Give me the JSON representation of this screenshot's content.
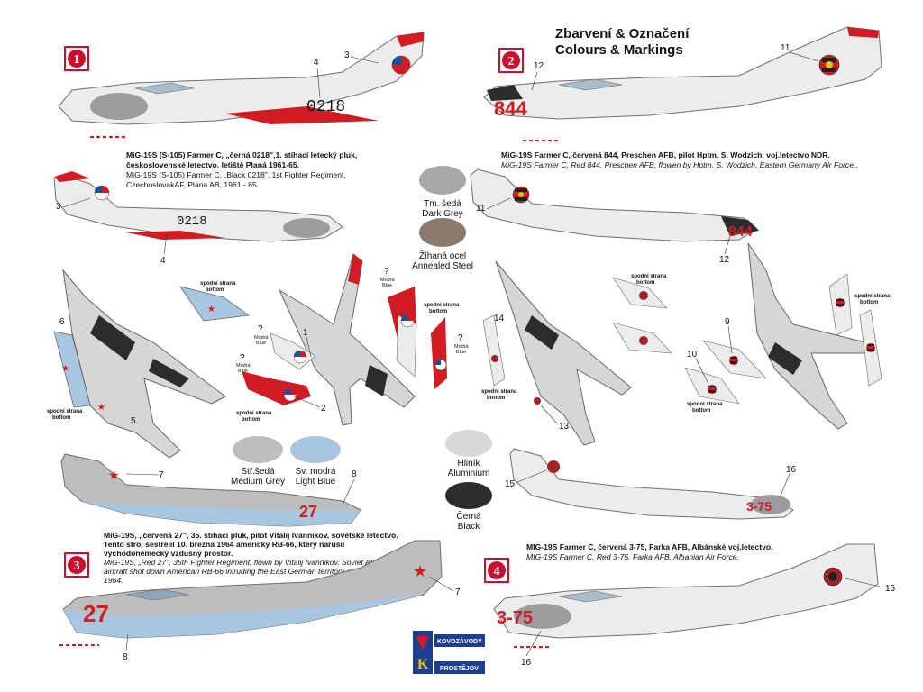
{
  "header": {
    "title_cz": "Zbarvení & Označení",
    "title_en": "Colours & Markings"
  },
  "profile_badges": [
    "1",
    "2",
    "3",
    "4"
  ],
  "aircraft": [
    {
      "id": "1",
      "serial": "0218",
      "caption_lines": [
        "MiG-19S  (S-105)  Farmer C,  „černá  0218\",1.  stíhací  letecký  pluk,",
        "československé letectvo, letiště Planá 1961-65.",
        "MiG-19S  (S-105)  Farmer  C,  „Black  0218\",  1st  Fighter  Regiment,",
        "CzechoslovakAF, Plana AB, 1961 - 65."
      ]
    },
    {
      "id": "2",
      "serial": "844",
      "caption_lines": [
        "MiG-19S Farmer C, červená 844, Preschen AFB, pilot  Hptm. S. Wodzich, voj.letectvo NDR.",
        "MiG-19S Farmer C, Red 844, Preschen AFB, flowen by Hptm. S. Wodzich, Eastern Germany Air Force.."
      ]
    },
    {
      "id": "3",
      "serial": "27",
      "caption_lines": [
        "MiG-19S, „červená 27\", 35. stíhací pluk, pilot Vitalij Ivannikov, sovětské letectvo.",
        "Tento stroj sestřelil 10. března 1964 americký RB-66, který narušil",
        "východoněmecký vzdušný prostor.",
        "MiG-19S, „Red 27\", 35th Fighter Regiment, flown by Vitalij Ivannikov, Soviet AF",
        "aircraft shot down American RB-66 intruding the East German territory on 10",
        "1964."
      ]
    },
    {
      "id": "4",
      "serial": "3-75",
      "caption_lines": [
        "MIG-19S Farmer C, červená 3-75, Farka  AFB, Albánské voj.letectvo.",
        "MIG-19S Farmer C, Red 3-75, Farka  AFB, Albanian Air Force."
      ]
    }
  ],
  "swatches": [
    {
      "cz": "Tm. šedá",
      "en": "Dark Grey",
      "color": "#a6a8aa"
    },
    {
      "cz": "Žíhaná ocel",
      "en": "Annealed Steel",
      "color": "#8c7a6e"
    },
    {
      "cz": "Stř.šedá",
      "en": "Medium Grey",
      "color": "#bcbdbf"
    },
    {
      "cz": "Sv. modrá",
      "en": "Light Blue",
      "color": "#a9c6e0"
    },
    {
      "cz": "Hliník",
      "en": "Aluminium",
      "color": "#d7d8da"
    },
    {
      "cz": "Černá",
      "en": "Black",
      "color": "#2c2c2c"
    }
  ],
  "labels": {
    "underside_cz": "spodní strana",
    "underside_en": "bottom",
    "blue_cz": "Modrá",
    "blue_en": "Blue",
    "question": "?"
  },
  "callouts": [
    "1",
    "2",
    "3",
    "4",
    "5",
    "6",
    "7",
    "8",
    "9",
    "10",
    "11",
    "12",
    "13",
    "14",
    "15",
    "16"
  ],
  "logo": {
    "line1": "KOVOZÁVODY",
    "line2": "PROSTĚJOV"
  },
  "colors": {
    "badge_red": "#c8102e",
    "marking_red": "#d01c22",
    "airframe_light": "#eeeeee",
    "airframe_line": "#777777"
  }
}
